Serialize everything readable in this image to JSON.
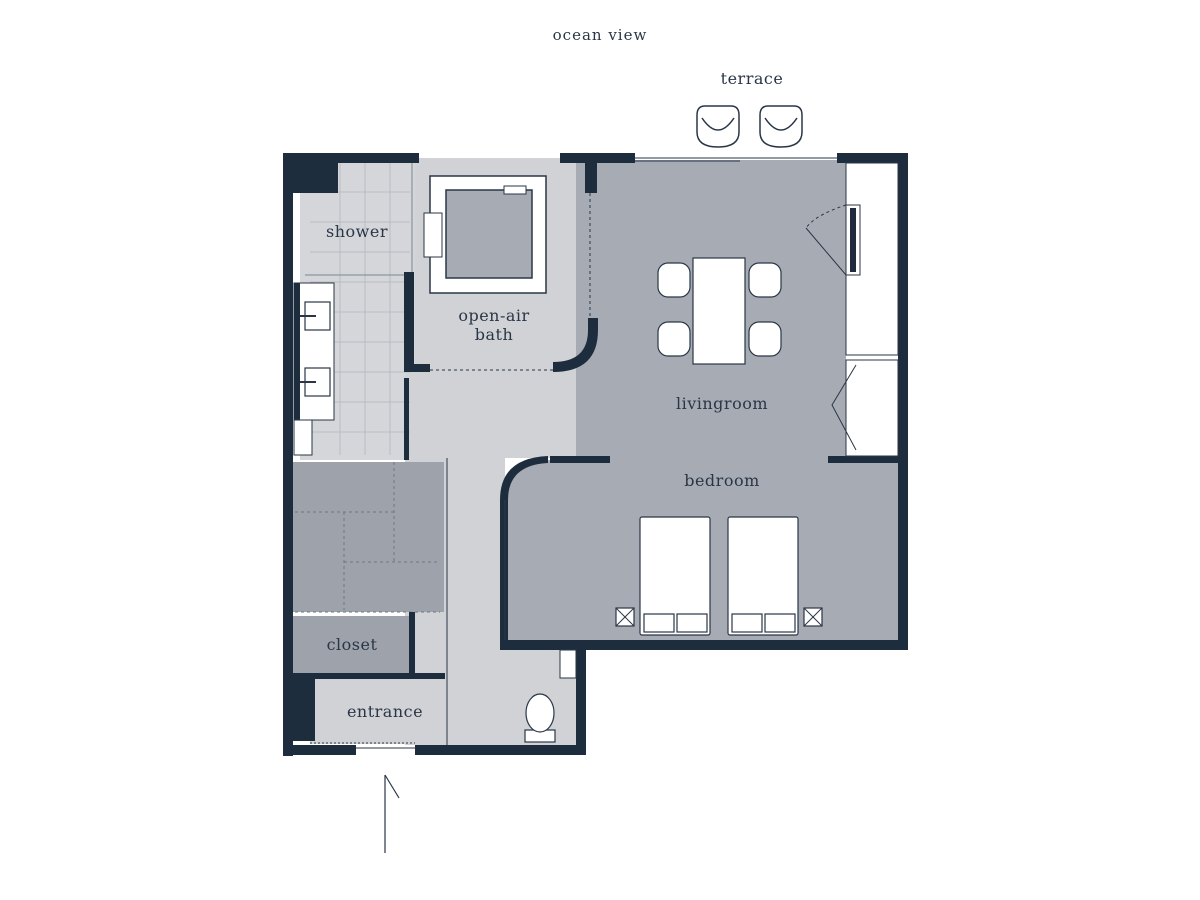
{
  "labels": {
    "ocean_view": "ocean view",
    "terrace": "terrace",
    "shower": "shower",
    "open_air_bath_1": "open-air",
    "open_air_bath_2": "bath",
    "livingroom": "livingroom",
    "bedroom": "bedroom",
    "closet": "closet",
    "entrance": "entrance"
  },
  "colors": {
    "wall": "#1e2d3d",
    "room_dark": "#a8adb5",
    "room_mid": "#9ea4ac",
    "wet_area": "#d2d4d8",
    "furniture": "#ffffff",
    "line": "#2a3646"
  }
}
